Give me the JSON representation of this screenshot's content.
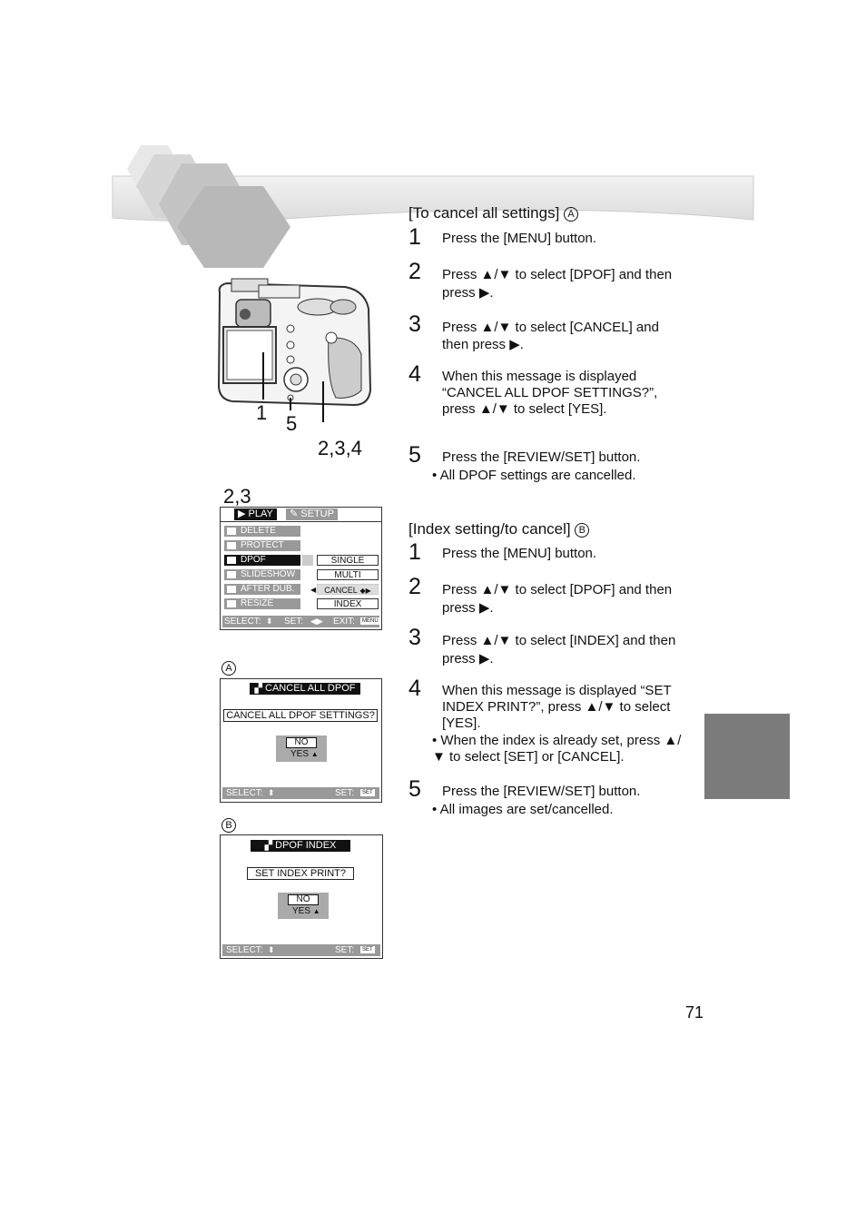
{
  "section_a": {
    "title": "[To cancel all settings]",
    "marker": "A",
    "steps": [
      {
        "num": "1",
        "text": "Press the [MENU] button."
      },
      {
        "num": "2",
        "text": "Press ▲/▼ to select [DPOF] and then press ▶."
      },
      {
        "num": "3",
        "text": "Press ▲/▼ to select [CANCEL] and then press ▶."
      },
      {
        "num": "4",
        "text": "When this message is displayed “CANCEL ALL DPOF SETTINGS?”, press ▲/▼ to select [YES]."
      },
      {
        "num": "5",
        "text": "Press the [REVIEW/SET] button."
      }
    ],
    "note": "• All DPOF settings are cancelled."
  },
  "section_b": {
    "title": "[Index setting/to cancel]",
    "marker": "B",
    "steps": [
      {
        "num": "1",
        "text": "Press the [MENU] button."
      },
      {
        "num": "2",
        "text": "Press ▲/▼ to select [DPOF] and then press ▶."
      },
      {
        "num": "3",
        "text": "Press ▲/▼ to select [INDEX] and then press ▶."
      },
      {
        "num": "4",
        "text": "When this message is displayed “SET INDEX PRINT?”, press ▲/▼ to select [YES]."
      },
      {
        "num": "5",
        "text": "Press the [REVIEW/SET] button."
      }
    ],
    "note4": "• When the index is already set, press ▲/▼ to select [SET] or [CANCEL].",
    "note5": "• All images are set/cancelled."
  },
  "camera_labels": {
    "one": "1",
    "five": "5",
    "two_three_four": "2,3,4"
  },
  "menu_screen": {
    "label": "2,3",
    "tab_play": "PLAY",
    "tab_setup": "SETUP",
    "items": [
      "DELETE",
      "PROTECT",
      "DPOF",
      "SLIDESHOW",
      "AFTER DUB.",
      "RESIZE"
    ],
    "sub_items": [
      "SINGLE",
      "MULTI",
      "CANCEL",
      "INDEX"
    ],
    "footer_select": "SELECT:",
    "footer_set": "SET:",
    "footer_exit": "EXIT:",
    "exit_key": "MENU"
  },
  "screen_a": {
    "marker": "A",
    "header": "CANCEL ALL DPOF",
    "message": "CANCEL ALL DPOF SETTINGS?",
    "no": "NO",
    "yes": "YES",
    "footer_select": "SELECT:",
    "footer_set": "SET:",
    "set_key": "SET"
  },
  "screen_b": {
    "marker": "B",
    "header": "DPOF INDEX",
    "message": "SET INDEX PRINT?",
    "no": "NO",
    "yes": "YES",
    "footer_select": "SELECT:",
    "footer_set": "SET:",
    "set_key": "SET"
  },
  "page_number": "71",
  "colors": {
    "tab_gray": "#7b7b7b",
    "band_gray": "#e6e6e6",
    "hex_gray": "#bdbdbd"
  }
}
